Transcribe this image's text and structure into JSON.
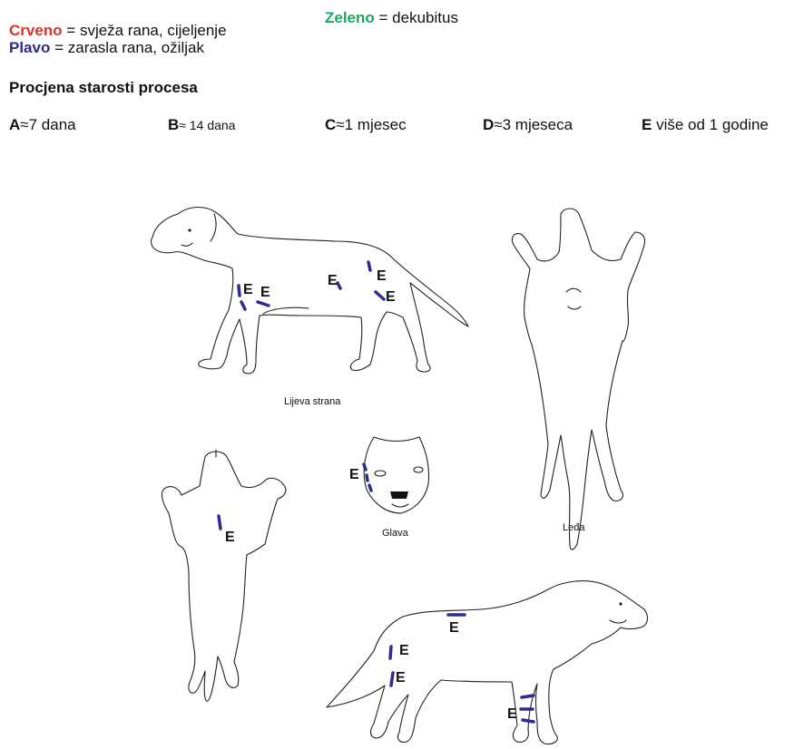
{
  "legend": {
    "green": {
      "keyword": "Zeleno",
      "text": " = dekubitus",
      "color": "#1aa862"
    },
    "red": {
      "keyword": "Crveno",
      "text": " = svježa rana, cijeljenje",
      "color": "#e0312a"
    },
    "blue": {
      "keyword": "Plavo",
      "text": " = zarasla rana, ožiljak",
      "color": "#2e2b8f"
    }
  },
  "heading": "Procjena starosti procesa",
  "age_scale": [
    {
      "letter": "A",
      "text": "≈7 dana"
    },
    {
      "letter": "B",
      "text": "≈  14 dana"
    },
    {
      "letter": "C",
      "text": "≈1 mjesec"
    },
    {
      "letter": "D",
      "text": "≈3 mjeseca"
    },
    {
      "letter": "E",
      "text": " više od 1 godine"
    }
  ],
  "views": {
    "left_side": "Lijeva strana",
    "head": "Glava",
    "back": "Leđa"
  },
  "markings": {
    "color": "#2e2b8f",
    "label": "E"
  }
}
